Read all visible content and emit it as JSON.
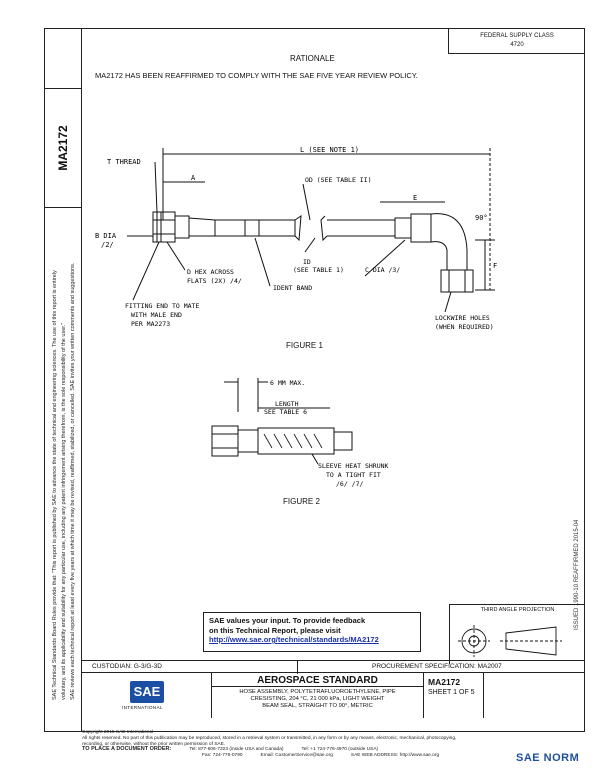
{
  "header": {
    "fedsup_line1": "FEDERAL SUPPLY CLASS",
    "fedsup_line2": "4720",
    "doc_code": "MA2172"
  },
  "rationale": {
    "title": "RATIONALE",
    "text": "MA2172 HAS BEEN REAFFIRMED TO COMPLY WITH THE SAE FIVE YEAR REVIEW POLICY."
  },
  "figure1": {
    "caption": "FIGURE 1",
    "labels": {
      "t_thread": "T THREAD",
      "a": "A",
      "l": "L (SEE NOTE 1)",
      "od": "OD (SEE TABLE II)",
      "e": "E",
      "angle": "90°",
      "b_dia_1": "B DIA",
      "b_dia_2": "/2/",
      "d_hex_1": "D HEX ACROSS",
      "d_hex_2": "FLATS (2X) /4/",
      "ident_band": "IDENT BAND",
      "id_1": "ID",
      "id_2": "(SEE TABLE 1)",
      "c_dia": "C DIA /3/",
      "f": "F",
      "fitting_1": "FITTING END TO MATE",
      "fitting_2": "WITH MALE END",
      "fitting_3": "PER MA2273",
      "lockwire_1": "LOCKWIRE HOLES",
      "lockwire_2": "(WHEN REQUIRED)"
    }
  },
  "figure2": {
    "caption": "FIGURE 2",
    "labels": {
      "max": "6 MM MAX.",
      "length_1": "LENGTH",
      "length_2": "SEE TABLE 6",
      "sleeve_1": "SLEEVE HEAT SHRUNK",
      "sleeve_2": "TO A TIGHT FIT",
      "sleeve_3": "/6/ /7/"
    }
  },
  "left_margin_text": {
    "line1": "SAE Technical Standards Board Rules provide that: \"This report is published by SAE to advance the state of technical and engineering sciences. The use of this report is entirely",
    "line2": "voluntary, and its applicability and suitability for any particular use, including any patent infringement arising therefrom, is the sole responsibility of the user.\"",
    "line3": "SAE reviews each technical report at least every five years at which time it may be revised, reaffirmed, stabilized, or cancelled. SAE invites your written comments and suggestions."
  },
  "right_stamp": "ISSUED 1990-10    REAFFIRMED 2015-04",
  "feedback": {
    "line1": "SAE values your input. To provide feedback",
    "line2": "on this Technical Report, please visit",
    "url": "http://www.sae.org/technical/standards/MA2172"
  },
  "projection": {
    "title": "THIRD ANGLE PROJECTION"
  },
  "custodian": {
    "left": "CUSTODIAN: G-3/G-3D",
    "right": "PROCUREMENT SPECIFICATION: MA2007"
  },
  "title_block": {
    "logo_text": "SAE",
    "logo_sub": "INTERNATIONAL",
    "standard": "AEROSPACE STANDARD",
    "desc_1": "HOSE ASSEMBLY, POLYTETRAFLUOROETHYLENE, PIPE",
    "desc_2": "CRESISTING, 204 °C, 21 000 kPa, LIGHT WEIGHT",
    "desc_3": "BEAM SEAL, STRAIGHT TO 90°, METRIC",
    "doc_number": "MA2172",
    "sheet": "SHEET 1 OF 5"
  },
  "footer": {
    "copyright": "Copyright 2015 SAE International",
    "rights": "All rights reserved. No part of this publication may be reproduced, stored in a retrieval system or transmitted, in any form or by any means, electronic, mechanical, photocopying,",
    "rights2": "recording, or otherwise, without the prior written permission of SAE.",
    "order": "TO PLACE A DOCUMENT ORDER:",
    "tel": "Tel: 877-606-7323 (inside USA and Canada)",
    "tel2": "Tel: +1 724-776-4970 (outside USA)",
    "fax": "Fax: 724-776-0790",
    "email": "Email: CustomerService@sae.org",
    "web": "SAE WEB ADDRESS: http://www.sae.org"
  },
  "watermark": "SAE NORM"
}
